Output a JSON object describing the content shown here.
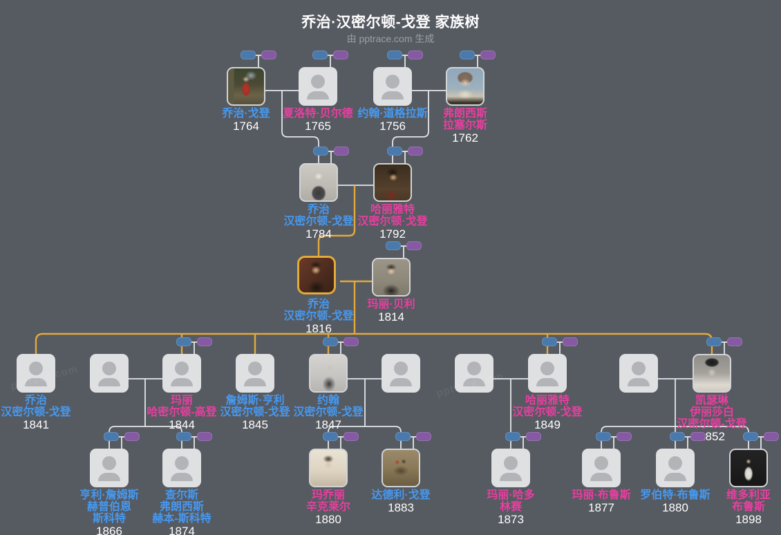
{
  "header": {
    "title": "乔治·汉密尔顿-戈登 家族树",
    "subtitle": "由 pptrace.com 生成"
  },
  "watermark_text": "pptrace.com",
  "colors": {
    "background": "#565a61",
    "male_name": "#4699f0",
    "female_name": "#e83fa0",
    "year_text": "#ffffff",
    "highlight_gold": "#e3aa3c",
    "connector_gray": "#e4e6e9",
    "father_pill_blue": "#4a7aac",
    "mother_pill_purple": "#855aa3"
  },
  "people": [
    {
      "id": "g1a",
      "name_lines": [
        "乔治·戈登"
      ],
      "year": "1764",
      "gender": "male",
      "photo": "p-g1764",
      "parent_pills": true
    },
    {
      "id": "g1b",
      "name_lines": [
        "夏洛特·贝尔德"
      ],
      "year": "1765",
      "gender": "female",
      "photo": "placeholder",
      "parent_pills": true
    },
    {
      "id": "g1c",
      "name_lines": [
        "约翰·道格拉斯"
      ],
      "year": "1756",
      "gender": "male",
      "photo": "placeholder",
      "parent_pills": true
    },
    {
      "id": "g1d",
      "name_lines": [
        "弗朗西斯",
        "拉塞尔斯"
      ],
      "year": "1762",
      "gender": "female",
      "photo": "p-f1762",
      "parent_pills": true
    },
    {
      "id": "g2a",
      "name_lines": [
        "乔治",
        "汉密尔顿-戈登"
      ],
      "year": "1784",
      "gender": "male",
      "photo": "p-g1784",
      "parent_pills": true
    },
    {
      "id": "g2b",
      "name_lines": [
        "哈丽雅特",
        "汉密尔顿·戈登"
      ],
      "year": "1792",
      "gender": "female",
      "photo": "p-h1792",
      "parent_pills": true
    },
    {
      "id": "g3a",
      "name_lines": [
        "乔治",
        "汉密尔顿-戈登"
      ],
      "year": "1816",
      "gender": "male",
      "photo": "p-g1816",
      "focal": true,
      "parent_pills": false
    },
    {
      "id": "g3b",
      "name_lines": [
        "玛丽·贝利"
      ],
      "year": "1814",
      "gender": "female",
      "photo": "p-mb1814",
      "parent_pills": true
    },
    {
      "id": "c1",
      "name_lines": [
        "乔治",
        "汉密尔顿-戈登"
      ],
      "year": "1841",
      "gender": "male",
      "photo": "placeholder",
      "parent_pills": false
    },
    {
      "id": "s1",
      "name_lines": [],
      "year": "",
      "gender": "",
      "photo": "placeholder",
      "parent_pills": false
    },
    {
      "id": "c2",
      "name_lines": [
        "玛丽",
        "哈密尔顿-高登"
      ],
      "year": "1844",
      "gender": "female",
      "photo": "placeholder",
      "parent_pills": true
    },
    {
      "id": "c3",
      "name_lines": [
        "詹姆斯·亨利",
        "汉密尔顿-戈登"
      ],
      "year": "1845",
      "gender": "male",
      "photo": "placeholder",
      "parent_pills": false
    },
    {
      "id": "c4",
      "name_lines": [
        "约翰",
        "汉密尔顿-戈登"
      ],
      "year": "1847",
      "gender": "male",
      "photo": "p-j1847",
      "parent_pills": true
    },
    {
      "id": "s2",
      "name_lines": [],
      "year": "",
      "gender": "",
      "photo": "placeholder",
      "parent_pills": false
    },
    {
      "id": "s3",
      "name_lines": [],
      "year": "",
      "gender": "",
      "photo": "placeholder",
      "parent_pills": false
    },
    {
      "id": "c5",
      "name_lines": [
        "哈丽雅特",
        "汉密尔顿-戈登"
      ],
      "year": "1849",
      "gender": "female",
      "photo": "placeholder",
      "parent_pills": true
    },
    {
      "id": "s4",
      "name_lines": [],
      "year": "",
      "gender": "",
      "photo": "placeholder",
      "parent_pills": false
    },
    {
      "id": "c6",
      "name_lines": [
        "凯瑟琳",
        "伊丽莎白",
        "汉密尔顿-戈登"
      ],
      "year": "1852",
      "gender": "female",
      "photo": "p-c1852",
      "parent_pills": true
    },
    {
      "id": "d1",
      "name_lines": [
        "亨利·詹姆斯",
        "赫普伯恩",
        "斯科特"
      ],
      "year": "1866",
      "gender": "male",
      "photo": "placeholder",
      "parent_pills": true
    },
    {
      "id": "d2",
      "name_lines": [
        "查尔斯",
        "弗朗西斯",
        "赫本-斯科特"
      ],
      "year": "1874",
      "gender": "male",
      "photo": "placeholder",
      "parent_pills": true
    },
    {
      "id": "d3",
      "name_lines": [
        "玛乔丽",
        "辛克莱尔"
      ],
      "year": "1880",
      "gender": "female",
      "photo": "p-m1880",
      "parent_pills": true
    },
    {
      "id": "d4",
      "name_lines": [
        "达德利·戈登"
      ],
      "year": "1883",
      "gender": "male",
      "photo": "p-d1883",
      "parent_pills": true
    },
    {
      "id": "d5",
      "name_lines": [
        "玛丽·哈多",
        "林赛"
      ],
      "year": "1873",
      "gender": "female",
      "photo": "placeholder",
      "parent_pills": true
    },
    {
      "id": "d6",
      "name_lines": [
        "玛丽·布鲁斯"
      ],
      "year": "1877",
      "gender": "female",
      "photo": "placeholder",
      "parent_pills": true
    },
    {
      "id": "d7",
      "name_lines": [
        "罗伯特·布鲁斯"
      ],
      "year": "1880",
      "gender": "male",
      "photo": "placeholder",
      "parent_pills": true
    },
    {
      "id": "d8",
      "name_lines": [
        "维多利亚",
        "布鲁斯"
      ],
      "year": "1898",
      "gender": "female",
      "photo": "p-v1898",
      "parent_pills": true
    }
  ]
}
